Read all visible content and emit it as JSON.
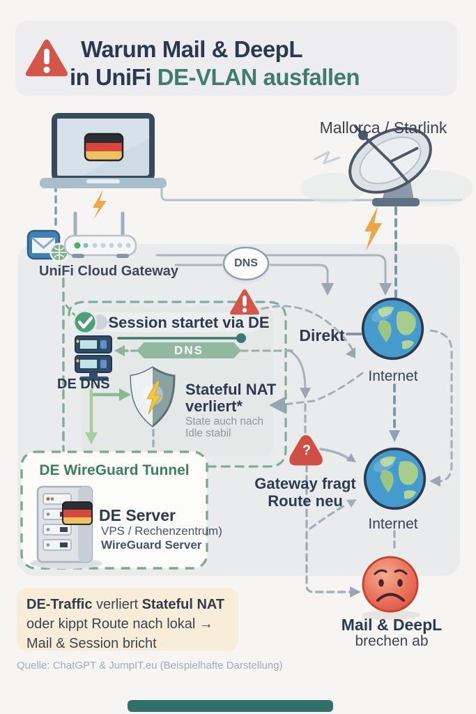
{
  "header": {
    "title_line1": "Warum Mail & DeepL",
    "title_line2_dark": "in UniFi ",
    "title_line2_green": "DE-VLAN ausfallen"
  },
  "top": {
    "satellite_label": "Mallorca / Starlink",
    "gateway_label": "UniFi Cloud Gateway",
    "dns_pill": "DNS"
  },
  "session": {
    "title": "Session startet via DE",
    "dns_banner": "DNS",
    "de_dns_label": "DE DNS",
    "nat_line1": "Stateful NAT",
    "nat_line2": "verliert*",
    "nat_note_line1": "State auch nach",
    "nat_note_line2": "Idle stabil"
  },
  "right": {
    "direkt_label": "Direkt",
    "internet1_label": "Internet",
    "gateway_fragt_line1": "Gateway fragt",
    "gateway_fragt_line2": "Route neu",
    "internet2_label": "Internet",
    "fail_line1": "Mail & DeepL",
    "fail_line2": "brechen ab"
  },
  "wireguard": {
    "title": "DE WireGuard Tunnel",
    "server_title": "DE Server",
    "server_sub1": "VPS / Rechenzentrum)",
    "server_sub2": "WireGuard Server"
  },
  "summary": {
    "line1_bold1": "DE-Traffic",
    "line1_mid": " verliert ",
    "line1_bold2": "Stateful NAT",
    "line2": "oder kippt Route nach lokal →",
    "line3": "Mail & Session bricht"
  },
  "footer": {
    "source": "Quelle: ChatGPT & JumpIT.eu (Beispielhafte Darstellung)"
  },
  "icons": {
    "question_glyph": "?"
  },
  "colors": {
    "accent_green": "#3e7d68",
    "navy": "#2b3950",
    "warning_red": "#d4564a",
    "panel": "#e9ebec",
    "summary_bg": "#f8edd8",
    "tunnel_border": "#7fa98c",
    "bolt_orange": "#efa844",
    "teal_bar": "#317069"
  }
}
